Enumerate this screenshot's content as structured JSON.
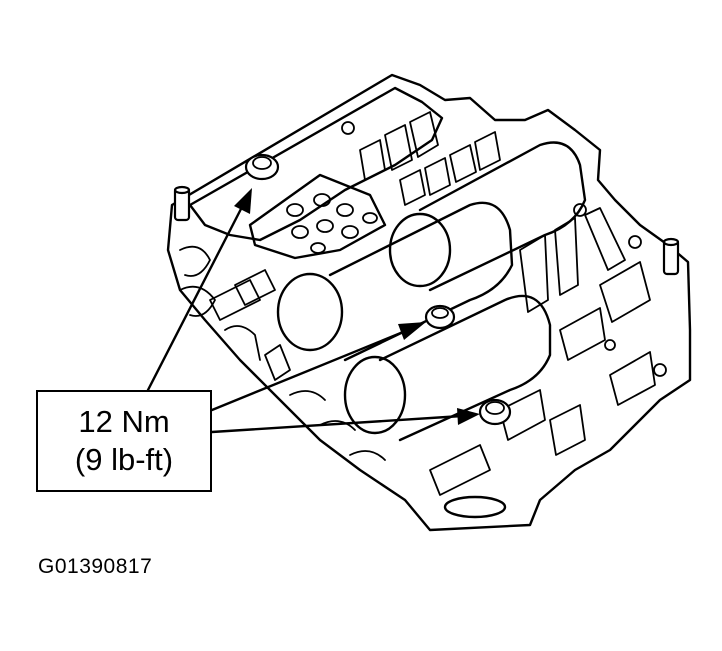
{
  "callout": {
    "torque_metric": "12 Nm",
    "torque_imperial": "(9 lb-ft)"
  },
  "figure_id": "G01390817"
}
